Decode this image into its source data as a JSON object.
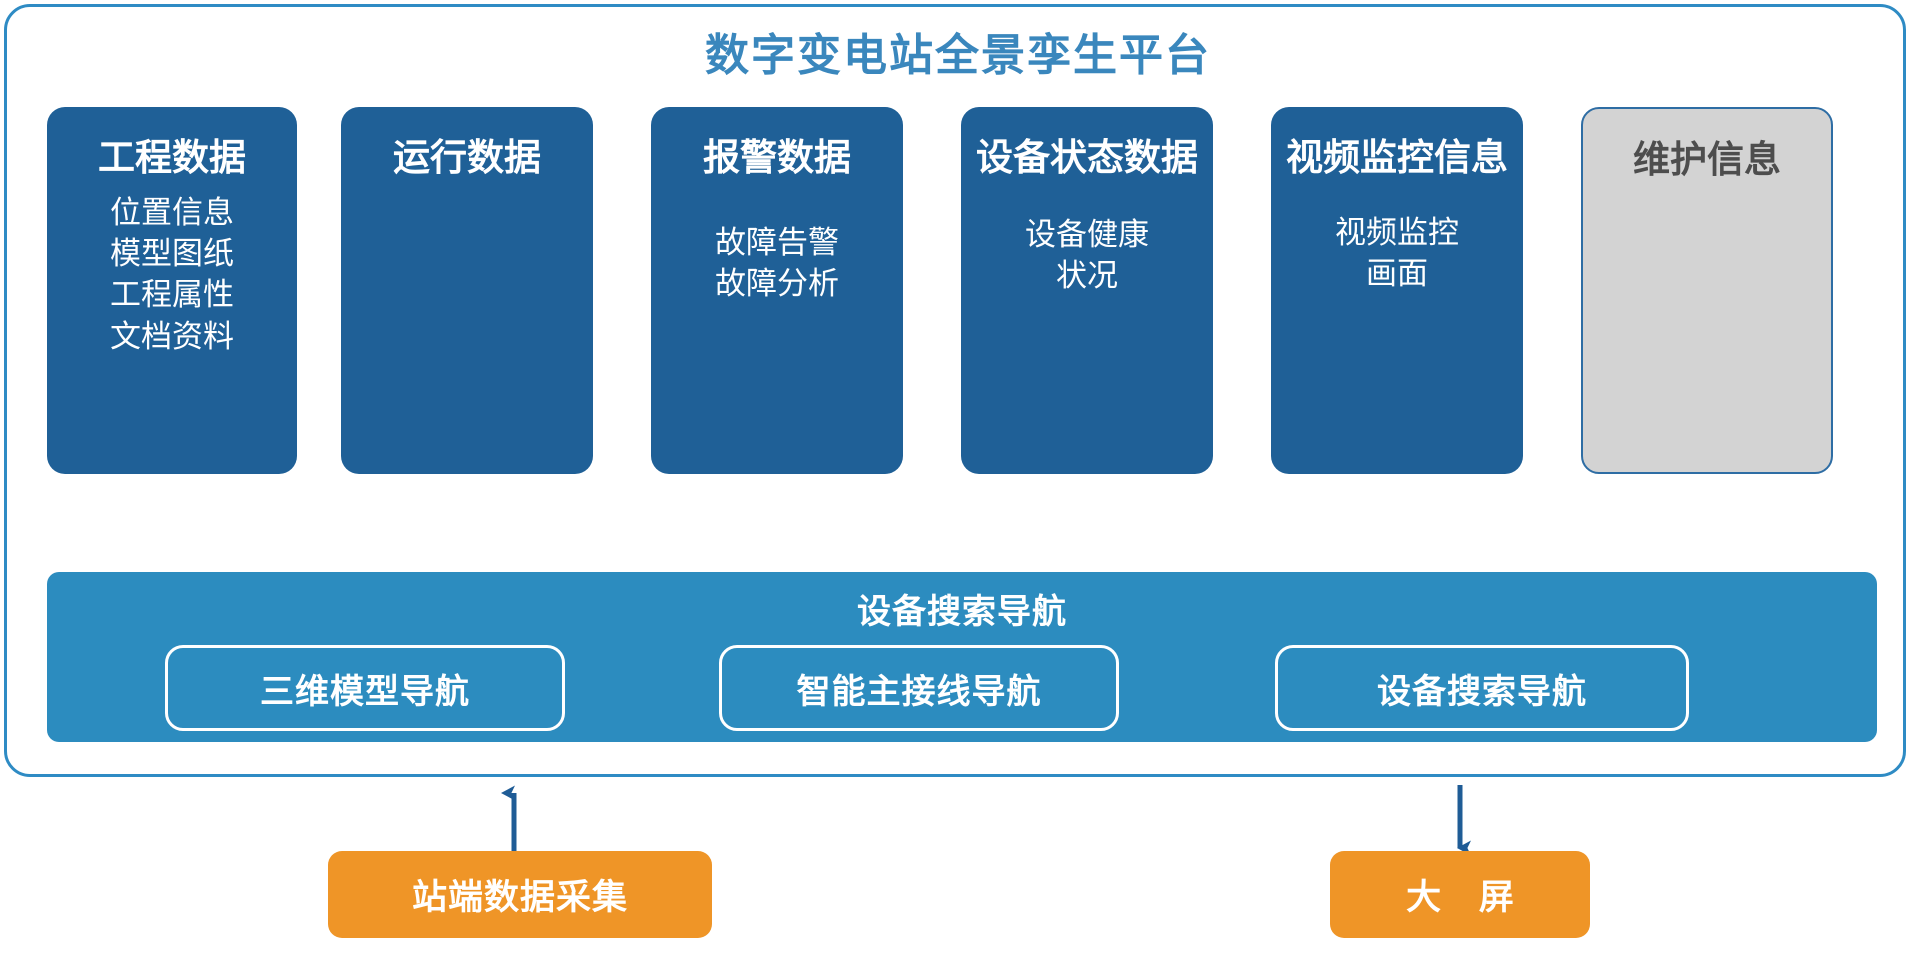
{
  "platform": {
    "title": "数字变电站全景孪生平台",
    "accent_blue": "#3a87bd",
    "card_blue": "#1f6097",
    "band_blue": "#2c8cbf",
    "muted_gray": "#d3d3d3",
    "orange": "#ef9527",
    "connector_blue": "#2c8cbf"
  },
  "cards": [
    {
      "title": "工程数据",
      "items": [
        "位置信息",
        "模型图纸",
        "工程属性",
        "文档资料"
      ],
      "muted": false
    },
    {
      "title": "运行数据",
      "items": [],
      "muted": false
    },
    {
      "title": "报警数据",
      "items": [
        "故障告警",
        "故障分析"
      ],
      "muted": false
    },
    {
      "title": "设备状态数据",
      "items": [
        "设备健康",
        "状况"
      ],
      "muted": false
    },
    {
      "title": "视频监控信息",
      "items": [
        "视频监控",
        "画面"
      ],
      "muted": false
    },
    {
      "title": "维护信息",
      "items": [],
      "muted": true
    }
  ],
  "nav_band": {
    "title": "设备搜索导航",
    "buttons": [
      {
        "label": "三维模型导航"
      },
      {
        "label": "智能主接线导航"
      },
      {
        "label": "设备搜索导航"
      }
    ]
  },
  "sources": [
    {
      "label": "站端数据采集",
      "direction": "up"
    },
    {
      "label": "大 屏",
      "direction": "down"
    }
  ]
}
